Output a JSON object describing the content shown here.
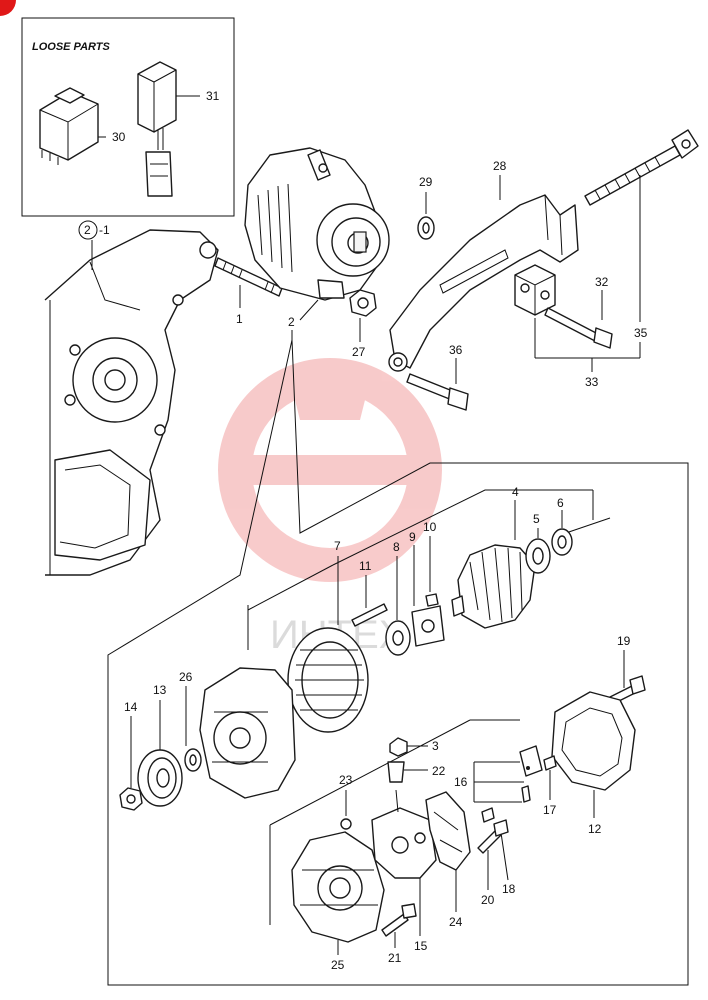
{
  "title_box": {
    "heading": "LOOSE PARTS"
  },
  "watermark": {
    "text": "ИНТЕХ",
    "color": "#f2a0a0"
  },
  "corner_badge_color": "#e01818",
  "callouts": [
    {
      "id": "c30",
      "label": "30"
    },
    {
      "id": "c31",
      "label": "31"
    },
    {
      "id": "c2-1",
      "label": "-1"
    },
    {
      "id": "c2ref",
      "label": "2"
    },
    {
      "id": "c1",
      "label": "1"
    },
    {
      "id": "c2",
      "label": "2"
    },
    {
      "id": "c27",
      "label": "27"
    },
    {
      "id": "c29",
      "label": "29"
    },
    {
      "id": "c28",
      "label": "28"
    },
    {
      "id": "c32",
      "label": "32"
    },
    {
      "id": "c35",
      "label": "35"
    },
    {
      "id": "c33",
      "label": "33"
    },
    {
      "id": "c36",
      "label": "36"
    },
    {
      "id": "c4",
      "label": "4"
    },
    {
      "id": "c5",
      "label": "5"
    },
    {
      "id": "c6",
      "label": "6"
    },
    {
      "id": "c7",
      "label": "7"
    },
    {
      "id": "c8",
      "label": "8"
    },
    {
      "id": "c9",
      "label": "9"
    },
    {
      "id": "c10",
      "label": "10"
    },
    {
      "id": "c11",
      "label": "11"
    },
    {
      "id": "c13",
      "label": "13"
    },
    {
      "id": "c26",
      "label": "26"
    },
    {
      "id": "c14",
      "label": "14"
    },
    {
      "id": "c3",
      "label": "3"
    },
    {
      "id": "c22",
      "label": "22"
    },
    {
      "id": "c19",
      "label": "19"
    },
    {
      "id": "c16",
      "label": "16"
    },
    {
      "id": "c17",
      "label": "17"
    },
    {
      "id": "c12",
      "label": "12"
    },
    {
      "id": "c23",
      "label": "23"
    },
    {
      "id": "c18",
      "label": "18"
    },
    {
      "id": "c20",
      "label": "20"
    },
    {
      "id": "c24",
      "label": "24"
    },
    {
      "id": "c15",
      "label": "15"
    },
    {
      "id": "c21",
      "label": "21"
    },
    {
      "id": "c25",
      "label": "25"
    }
  ]
}
